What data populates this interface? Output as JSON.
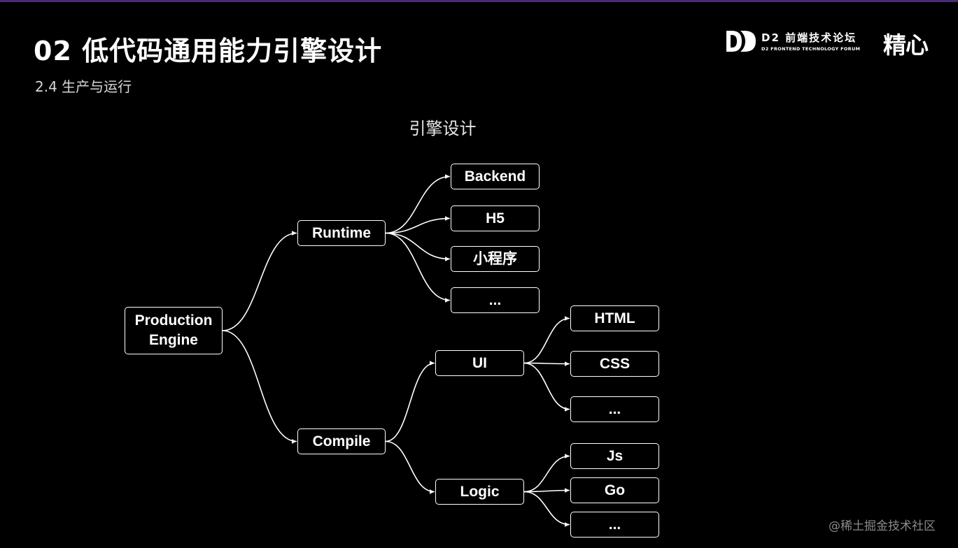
{
  "slide": {
    "title": "02 低代码通用能力引擎设计",
    "subtitle": "2.4 生产与运行"
  },
  "logos": {
    "d2_name": "D2 前端技术论坛",
    "d2_sub": "D2 FRONTEND TECHNOLOGY FORUM",
    "jingxin": "精心"
  },
  "diagram": {
    "heading": "引擎设计",
    "root": "Production\nEngine",
    "runtime": {
      "label": "Runtime",
      "children": [
        "Backend",
        "H5",
        "小程序",
        "..."
      ]
    },
    "compile": {
      "label": "Compile",
      "ui": {
        "label": "UI",
        "children": [
          "HTML",
          "CSS",
          "..."
        ]
      },
      "logic": {
        "label": "Logic",
        "children": [
          "Js",
          "Go",
          "..."
        ]
      }
    }
  },
  "watermark": "@稀土掘金技术社区",
  "colors": {
    "background": "#000000",
    "node_border": "#ffffff",
    "connector": "#ffffff",
    "top_accent": "#4b2a78"
  }
}
